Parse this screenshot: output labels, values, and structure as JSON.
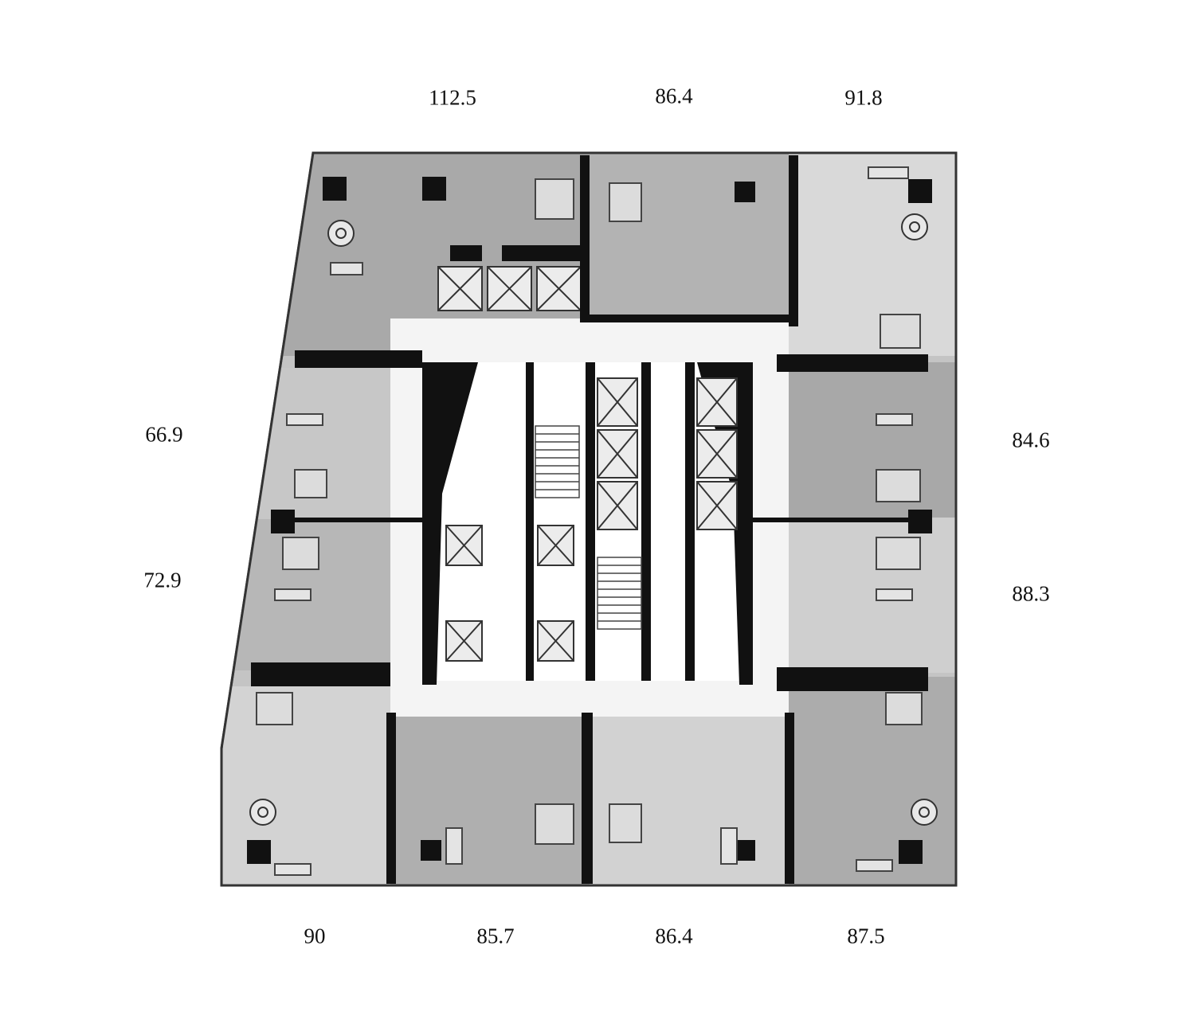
{
  "plan": {
    "unit_areas": {
      "top": [
        "112.5",
        "86.4",
        "91.8"
      ],
      "left": [
        "66.9",
        "72.9"
      ],
      "right": [
        "84.6",
        "88.3"
      ],
      "bottom": [
        "90",
        "85.7",
        "86.4",
        "87.5"
      ]
    },
    "colors": {
      "unit_dark": "#a9a9a9",
      "unit_mid": "#bdbdbd",
      "unit_light": "#d6d6d6",
      "wall": "#111111",
      "corridor": "#f4f4f4",
      "core": "#ffffff"
    },
    "icons": [
      "elevator-icon",
      "stair-icon",
      "dining-table-icon",
      "bed-icon",
      "sofa-icon",
      "column-icon"
    ]
  }
}
